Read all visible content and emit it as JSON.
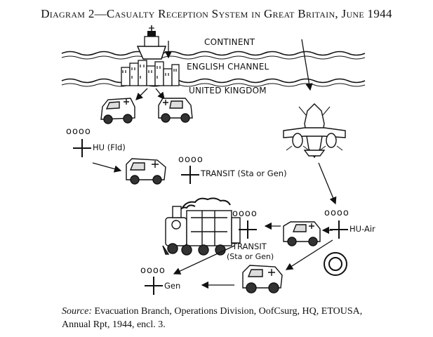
{
  "title": "Diagram 2—Casualty Reception System in Great Britain, June 1944",
  "labels": {
    "continent": "CONTINENT",
    "channel": "ENGLISH CHANNEL",
    "uk": "UNITED KINGDOM",
    "hu_fld": "HU (Fld)",
    "transit1": "TRANSIT (Sta or Gen)",
    "transit2_a": "TRANSIT",
    "transit2_b": "(Sta or Gen)",
    "hu_air": "HU-Air",
    "gen": "Gen"
  },
  "unit_symbol_dots": "oooo",
  "source": {
    "label": "Source:",
    "text": "Evacuation Branch, Operations Division, OofCsurg, HQ, ETOUSA, Annual Rpt, 1944, encl. 3."
  },
  "icons": [
    "ship-icon",
    "port-city-icon",
    "ambulance-icon",
    "aircraft-icon",
    "train-icon",
    "airfield-icon"
  ]
}
